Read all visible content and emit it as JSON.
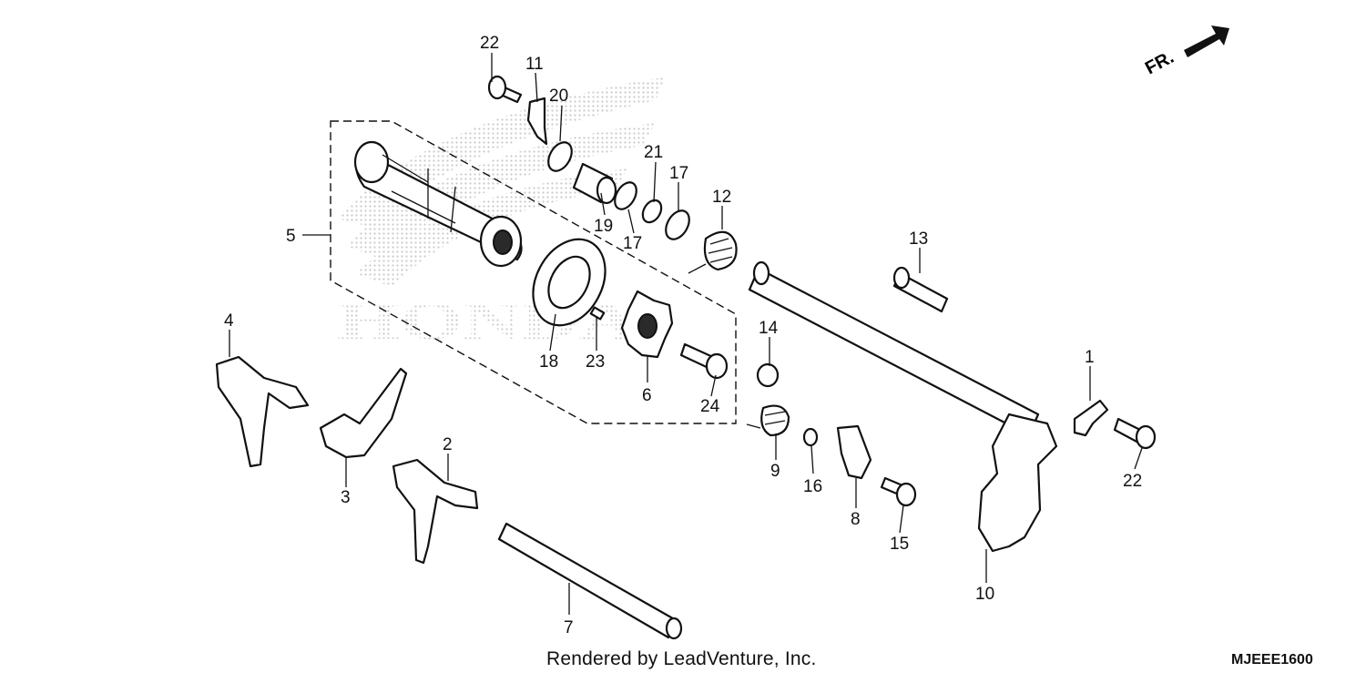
{
  "diagram": {
    "watermark_text": "HONDA",
    "orientation_label": "FR.",
    "callouts": [
      "22",
      "11",
      "20",
      "21",
      "17",
      "12",
      "5",
      "19",
      "17",
      "13",
      "4",
      "18",
      "23",
      "14",
      "6",
      "24",
      "1",
      "2",
      "3",
      "9",
      "16",
      "8",
      "15",
      "22",
      "10",
      "7"
    ],
    "credit": "Rendered by LeadVenture, Inc.",
    "diagram_id": "MJEEE1600"
  }
}
